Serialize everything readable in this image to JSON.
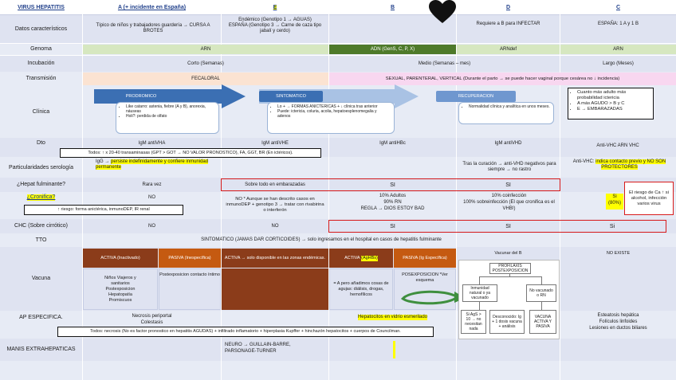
{
  "header": {
    "title": "VIRUS HEPATITIS",
    "col_a": "A (+ incidente en España)",
    "col_e": "E",
    "col_b": "B",
    "col_d": "D",
    "col_c": "C"
  },
  "rows": {
    "datos": "Datos característicos",
    "genoma": "Genoma",
    "incubacion": "Incubación",
    "transmision": "Transmisión",
    "clinica": "Clínica",
    "dto": "Dto",
    "particularidades": "Particularidades serología",
    "fulminante": "¿Hepat fulminante?",
    "cronifica": "¿Cronifica?",
    "chc": "CHC (Sobre cirrótico)",
    "tto": "TTO",
    "vacuna": "Vacuna",
    "ap": "AP ESPECIFICA.",
    "manis": "MANIS EXTRAHEPATICAS"
  },
  "datos": {
    "a": "Típico de niños y trabajadores guardería → CURSA A BROTES",
    "e1": "Endémico (Genotipo 1 → AGUAS)",
    "e2": "ESPAÑA (Genotipo 3 → Carne de caza tipo jabalí y cerdo)",
    "d": "Requiere a B para INFECTAR",
    "c": "ESPAÑA: 1 A y 1 B"
  },
  "genoma": {
    "ae": "ARN",
    "b": "ADN (GenS, C, P, X)",
    "d": "ARNdef",
    "c": "ARN"
  },
  "incubacion": {
    "ae": "Corto (Semanas)",
    "bd": "Medio (Semanas – mes)",
    "c": "Largo (Meses)"
  },
  "transmision": {
    "ae": "FECALORAL",
    "bdc": "SEXUAL, PARENTERAL, VERTICAL (Durante el parto → se puede hacer vaginal porque cesárea no ↓ incidencia)"
  },
  "clinica": {
    "prodromico": "PRODROMICO",
    "sintomatico": "SINTOMATICO",
    "recuperacion": "RECUPERACION",
    "prod_items": [
      "Like catarro: astenia, fiebre (A y B), anorexia, náuseas",
      "Holi?: perdida de olfato"
    ],
    "sint_items": [
      "Lo + → FORMAS ANICTERICAS + ↓ clínica tras anterior",
      "Puede: ictericia, coluria, acolia, hepatoesplenomegalia y adenos"
    ],
    "recup_items": [
      "Normalidad clínica y analítica en unos meses."
    ],
    "c_items": [
      "Cuanto más adulto más probabilidad ictericia",
      "A más AGUDO > B y C",
      "E → EMBARAZADAS"
    ]
  },
  "dto": {
    "a": "IgM antiVHA",
    "e": "IgM antiVHE",
    "b": "IgM antiHBc",
    "d": "IgM antiVHD",
    "c": "Anti-VHC ARN VHC",
    "note": "Todos: ↑ x 20-40 transaminasas (GPT > GOT → NO VALOR PRONOSTICO), FA, GGT, BR (En ictéricos)."
  },
  "particularidades": {
    "a_pre": "IgG →",
    "a_hl": "persiste indefinidamente y confiere inmunidad permanente",
    "d": "Tras la curación → anti-VHD negativos para siempre → no rastro",
    "c_pre": "Anti-VHC:",
    "c_hl": "indica contacto previo y NO SON PROTECTORES"
  },
  "fulminante": {
    "a": "Rara vez",
    "e": "Sobre todo en embarazadas",
    "b": "SI",
    "d": "SI"
  },
  "cronifica": {
    "a": "NO",
    "e": "NO * Aunque se han descrito casos en inmunoDEP + genotipo 3 → tratar con rivabirina o interferón",
    "b1": "10% Adultos",
    "b2": "90% RN",
    "b3": "REGLA → DIOS ESTOY BAD",
    "d1": "10% coinfección",
    "d2": "100% sobreinfección (El que cronifica es el VHB!)",
    "c": "Si",
    "c2": "(80%)",
    "note_a": "↑ riesgo: forma anictérica, inmunoDEP, IR renal",
    "note_c": "El riesgo de Ca ↑ si alcohol, infección varios virus"
  },
  "chc": {
    "a": "NO",
    "e": "NO",
    "b": "SI",
    "d": "SI",
    "c": "Si"
  },
  "tto": {
    "text": "SINTOMATICO (JAMAS DAR CORTICOIDES) → solo ingresamos en el hospital en casos de hepatitis fulminante"
  },
  "vacuna": {
    "a_activa": "ACTIVA (Inactivado)",
    "a_pasiva": "PASIVA (Inespecífica)",
    "e_activa": "ACTIVA → solo disponible en las zonas endémicas.",
    "b_activa_pre": "ACTIVA",
    "b_activa_hl": "(AgHBs)",
    "b_pasiva": "PASIVA (Ig Específica)",
    "d": "Vacunar del B",
    "c": "NO EXISTE",
    "a_activa_list": "Niños Viajeros y sanitarios Postexposicion Hepatopatía Promiscuos",
    "a_pasiva_list": "Postexposicion contacto íntimo",
    "b_activa_list": "= A pero añadimos cosas de agujas: diálisis, drogas, hemofílicos",
    "b_pasiva_list": "POSEXPOSICION *Ver esquema",
    "diag_title": "PROFILAXIS POSTEXPOSICION",
    "diag_n1": "Inmunidad natural o ya vacunado",
    "diag_n2": "No vacunado o RN",
    "diag_n3": "Si AgS > 10 → no necesitan nada",
    "diag_n4": "Desconocido: Ig + 1 dosis vacuna + análisis",
    "diag_n5": "VACUNA ACTIVA Y PASIVA"
  },
  "ap": {
    "a1": "Necrosis periportal",
    "a2": "Colestasis",
    "b_hl": "Hepatocitos en vidrio esmerilado",
    "c1": "Esteatosis hepática",
    "c2": "Folículos linfoides",
    "c3": "Lesiones en ductos biliares",
    "note": "Todos: necrosis (No es factor pronostico en hepatitis AGUDAS) + infiltrado inflamatorio + hiperplasia Kupffer + hinchazón hepatocitos + cuerpos de Councilman."
  },
  "manis": {
    "e1": "NEURO →        GUILLAIN-BARRE,",
    "e2": "PARSONAGE-TURNER"
  },
  "colors": {
    "header_bg": "#ffffff",
    "band_blue": "#dfe3f1",
    "genoma_green": "#d6e7c0",
    "genoma_dark": "#4e7a2a",
    "trans_peach": "#fbe3d2",
    "trans_pink": "#f8d7f0",
    "vac_brown": "#8b3c1a",
    "vac_orange": "#c55a11",
    "arrow_blue": "#3b6fb3",
    "heart": "#111111"
  }
}
